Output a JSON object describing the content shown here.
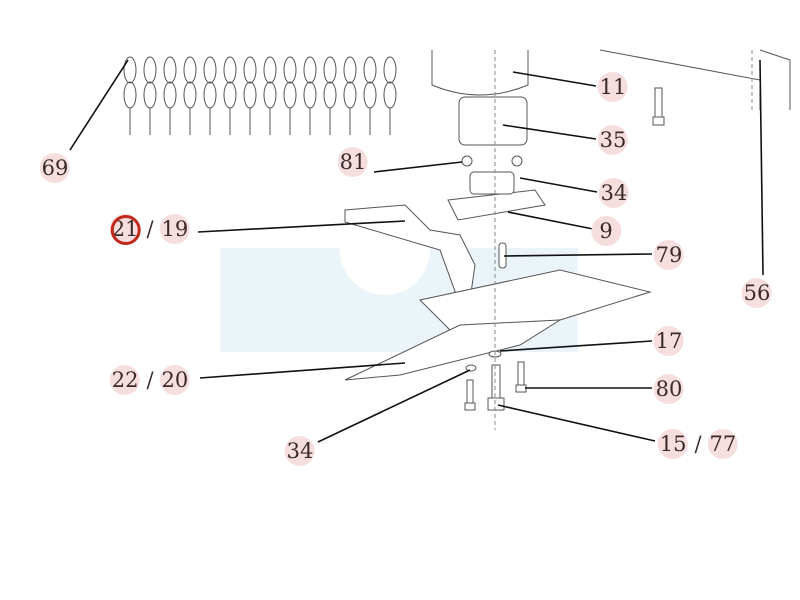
{
  "diagram": {
    "labels": {
      "p11": "11",
      "p35": "35",
      "p81": "81",
      "p34a": "34",
      "p9": "9",
      "p79": "79",
      "p56": "56",
      "p69": "69",
      "p21": "21",
      "p19": "19",
      "p17": "17",
      "p80": "80",
      "p22": "22",
      "p20": "20",
      "p15": "15",
      "p77": "77",
      "p34b": "34"
    },
    "separator": "/",
    "selected_part": "21",
    "colors": {
      "highlight": "#c0281c",
      "badge": "#f6dede",
      "watermark": "#eaf4f9"
    }
  }
}
